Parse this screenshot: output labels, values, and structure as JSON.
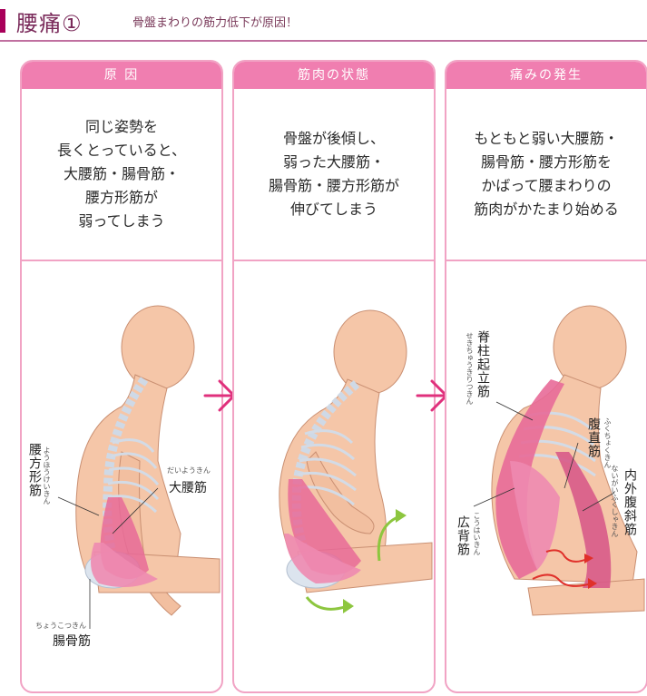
{
  "header": {
    "title": "腰痛①",
    "subtitle": "骨盤まわりの筋力低下が原因！"
  },
  "colors": {
    "accent": "#f07eb0",
    "panel_border": "#f1a3c4",
    "arrow": "#e0307c",
    "muscle": "#e86a98",
    "skin": "#f5c6a8",
    "rotation_arrow": "#8dc63f",
    "strain_arrow": "#e0302a"
  },
  "panels": [
    {
      "title": "原 因",
      "text": "同じ姿勢を\n長くとっていると、\n大腰筋・腸骨筋・\n腰方形筋が\n弱ってしまう",
      "labels": {
        "quadratus": "腰方形筋",
        "quadratus_ruby": "ようほうけいきん",
        "psoas": "大腰筋",
        "psoas_ruby": "だいようきん",
        "iliacus": "腸骨筋",
        "iliacus_ruby": "ちょうこつきん"
      }
    },
    {
      "title": "筋肉の状態",
      "text": "骨盤が後傾し、\n弱った大腰筋・\n腸骨筋・腰方形筋が\n伸びてしまう"
    },
    {
      "title": "痛みの発生",
      "text": "もともと弱い大腰筋・\n腸骨筋・腰方形筋を\nかばって腰まわりの\n筋肉がかたまり始める",
      "labels": {
        "erector": "脊柱起立筋",
        "erector_ruby": "せきちゅうきりつきん",
        "rectus": "腹直筋",
        "rectus_ruby": "ふくちょくきん",
        "obliques": "内外腹斜筋",
        "obliques_ruby": "ないがいふくしゃきん",
        "latissimus": "広背筋",
        "latissimus_ruby": "こうはいきん"
      }
    }
  ],
  "transition_icons": [
    "right-chevron-icon",
    "right-chevron-icon"
  ]
}
